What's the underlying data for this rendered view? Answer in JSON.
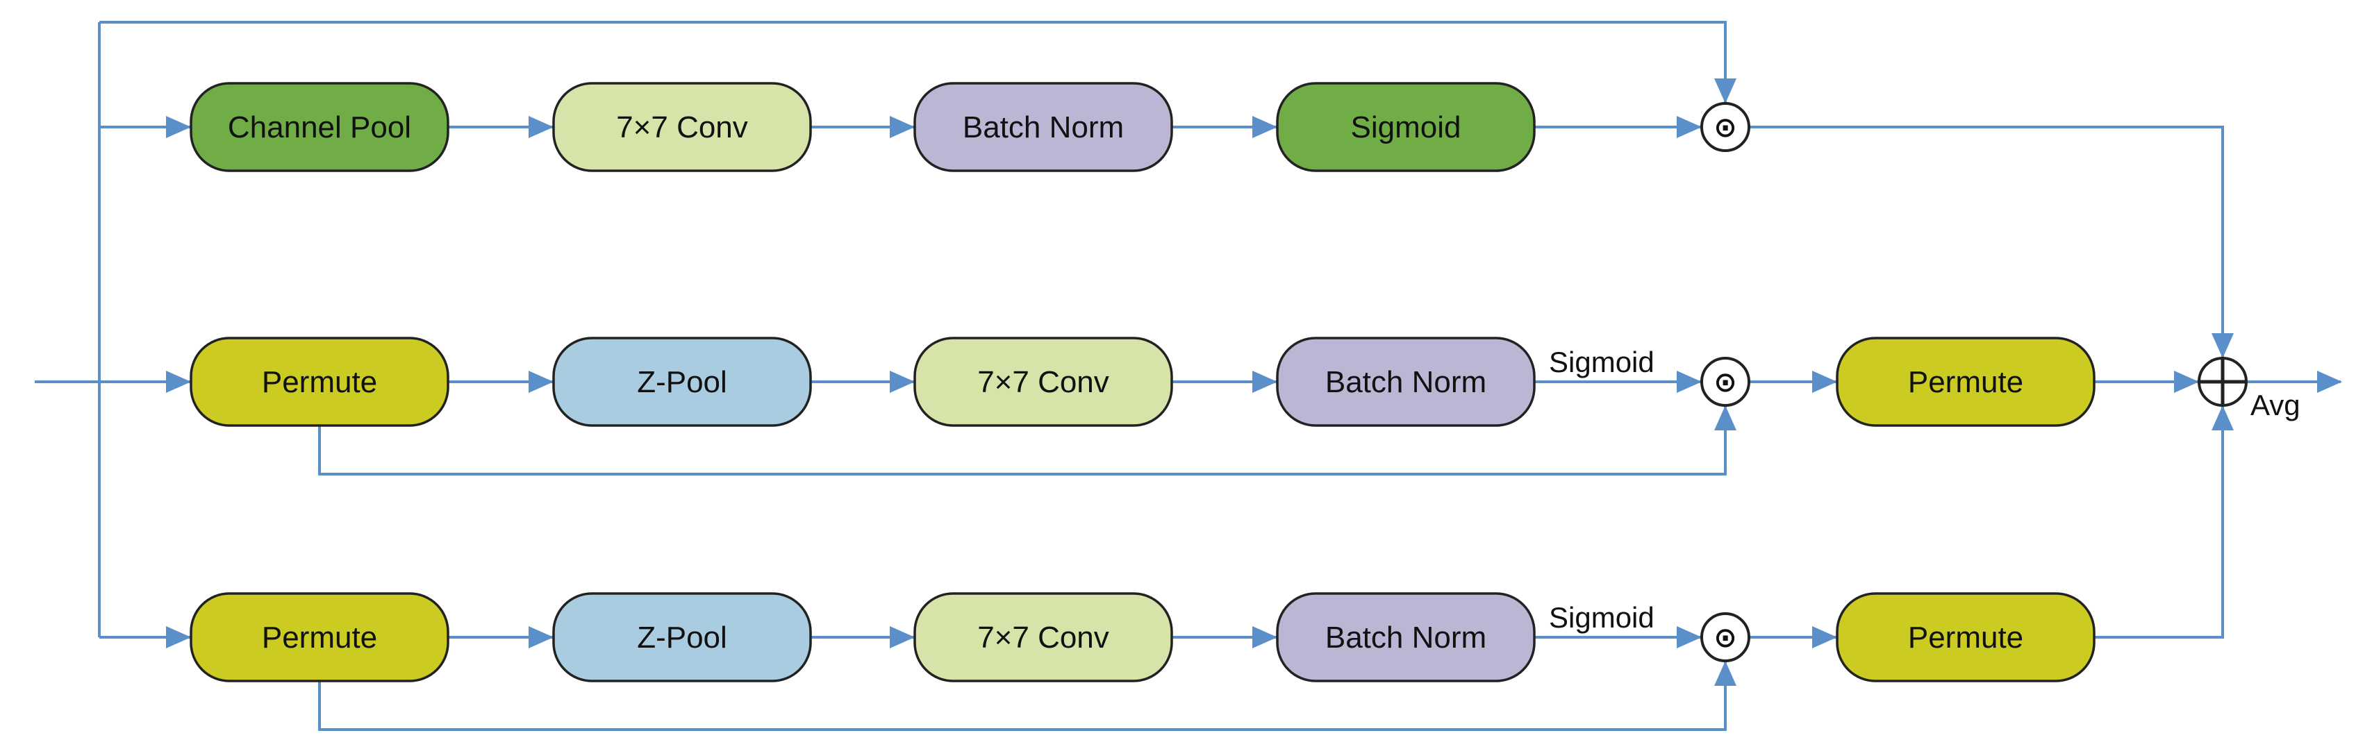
{
  "rows": [
    {
      "boxes": [
        {
          "label": "Channel Pool",
          "color": "#70ad47"
        },
        {
          "label": "7×7 Conv",
          "color": "#d6e4aa"
        },
        {
          "label": "Batch Norm",
          "color": "#bcb6d4"
        },
        {
          "label": "Sigmoid",
          "color": "#70ad47"
        }
      ],
      "gate_label": "",
      "post_box": null
    },
    {
      "boxes": [
        {
          "label": "Permute",
          "color": "#cbcb22"
        },
        {
          "label": "Z-Pool",
          "color": "#a9cce0"
        },
        {
          "label": "7×7 Conv",
          "color": "#d6e4aa"
        },
        {
          "label": "Batch Norm",
          "color": "#bcb6d4"
        }
      ],
      "gate_label": "Sigmoid",
      "post_box": {
        "label": "Permute",
        "color": "#cbcb22"
      }
    },
    {
      "boxes": [
        {
          "label": "Permute",
          "color": "#cbcb22"
        },
        {
          "label": "Z-Pool",
          "color": "#a9cce0"
        },
        {
          "label": "7×7 Conv",
          "color": "#d6e4aa"
        },
        {
          "label": "Batch Norm",
          "color": "#bcb6d4"
        }
      ],
      "gate_label": "Sigmoid",
      "post_box": {
        "label": "Permute",
        "color": "#cbcb22"
      }
    }
  ],
  "multiply_symbol": "⊙",
  "output_label": "Avg",
  "colors": {
    "wire": "#5b8fc9",
    "box_border": "#222222"
  }
}
